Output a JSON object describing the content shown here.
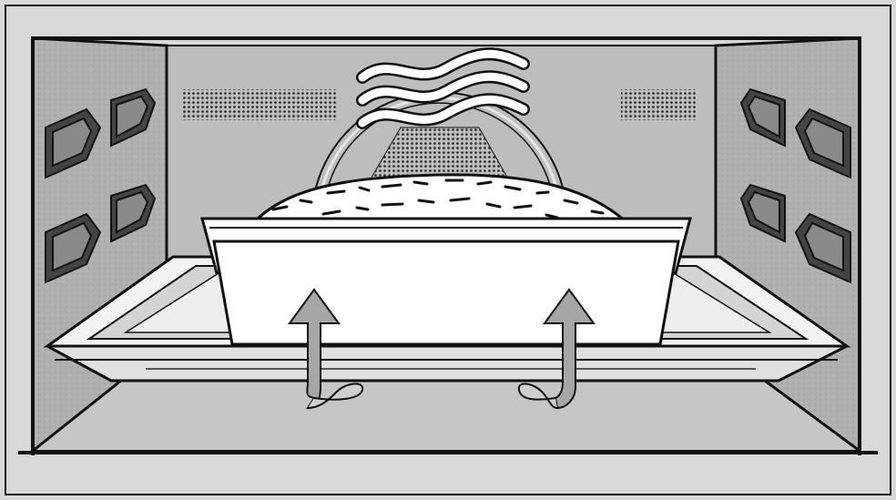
{
  "figure": {
    "kind": "oven-interior-illustration",
    "elements": [
      "oven-cavity",
      "left-side-runners",
      "right-side-runners",
      "back-panel-vents",
      "circular-heating-element",
      "fan-cover",
      "heat-waves",
      "loaf-tin",
      "loaf",
      "baking-tray",
      "rising-heat-arrows"
    ]
  },
  "colors": {
    "background": "#d9d9d9",
    "wall": "#b3b3b3",
    "back_panel": "#bdbdbd",
    "floor": "#c4c4c4",
    "outline": "#111111",
    "tin": "#ffffff",
    "arrow": "#a6a6a6",
    "waves": "#ffffff"
  }
}
